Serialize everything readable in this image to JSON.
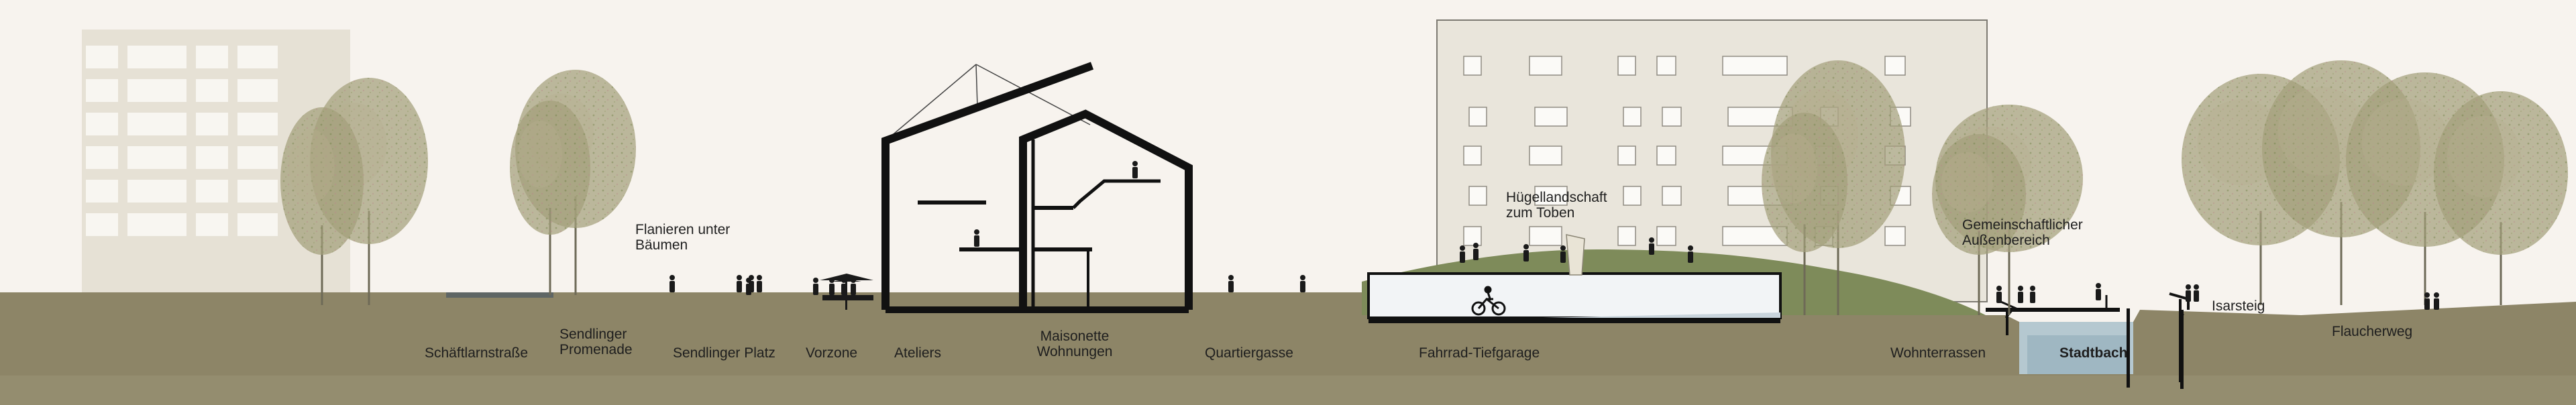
{
  "colors": {
    "background": "#f7f3ee",
    "ground": "#8d8567",
    "ground_light": "#a39b7c",
    "building_facade": "#e6e1d5",
    "window": "#ffffff",
    "structure": "#111111",
    "hill": "#7e8b5a",
    "water": "#b5c8d0",
    "tree_canopy": "#a3a07c",
    "tree_trunk": "#6e6a57"
  },
  "labels": {
    "schaeftlarnstrasse": "Schäftlarnstraße",
    "sendlinger_promenade": [
      "Sendlinger",
      "Promenade"
    ],
    "sendlinger_platz": "Sendlinger Platz",
    "vorzone": "Vorzone",
    "ateliers": "Ateliers",
    "maisonette": [
      "Maisonette",
      "Wohnungen"
    ],
    "quartiergasse": "Quartiergasse",
    "fahrrad_tiefgarage": "Fahrrad-Tiefgarage",
    "wohnterrassen": "Wohnterrassen",
    "stadtbach": "Stadtbach",
    "isarsteig": "Isarsteig",
    "flaucherweg": "Flaucherweg"
  },
  "annotations": {
    "flanieren": [
      "Flanieren unter",
      "Bäumen"
    ],
    "huegellandschaft": [
      "Hügellandschaft",
      "zum Toben"
    ],
    "gemeinschaftlicher": [
      "Gemeinschaftlicher",
      "Außenbereich"
    ]
  }
}
